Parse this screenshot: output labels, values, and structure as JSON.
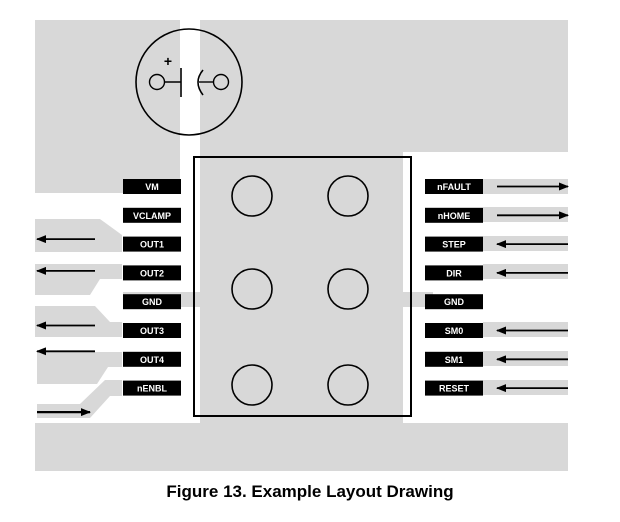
{
  "figure": {
    "caption": "Figure 13.  Example Layout Drawing"
  },
  "colors": {
    "copper": "#d8d8d8",
    "label_bg": "#000000",
    "label_text": "#ffffff",
    "line": "#000000"
  },
  "capacitor": {
    "polarity_mark": "+"
  },
  "left_pins": [
    {
      "name": "VM",
      "arrow": "none"
    },
    {
      "name": "VCLAMP",
      "arrow": "none"
    },
    {
      "name": "OUT1",
      "arrow": "out"
    },
    {
      "name": "OUT2",
      "arrow": "out"
    },
    {
      "name": "GND",
      "arrow": "none"
    },
    {
      "name": "OUT3",
      "arrow": "out"
    },
    {
      "name": "OUT4",
      "arrow": "out"
    },
    {
      "name": "nENBL",
      "arrow": "in"
    }
  ],
  "right_pins": [
    {
      "name": "nFAULT",
      "arrow": "out"
    },
    {
      "name": "nHOME",
      "arrow": "out"
    },
    {
      "name": "STEP",
      "arrow": "in"
    },
    {
      "name": "DIR",
      "arrow": "in"
    },
    {
      "name": "GND",
      "arrow": "none"
    },
    {
      "name": "SM0",
      "arrow": "in"
    },
    {
      "name": "SM1",
      "arrow": "in"
    },
    {
      "name": "RESET",
      "arrow": "in"
    }
  ],
  "thermal_vias": {
    "rows": 3,
    "cols": 2
  }
}
